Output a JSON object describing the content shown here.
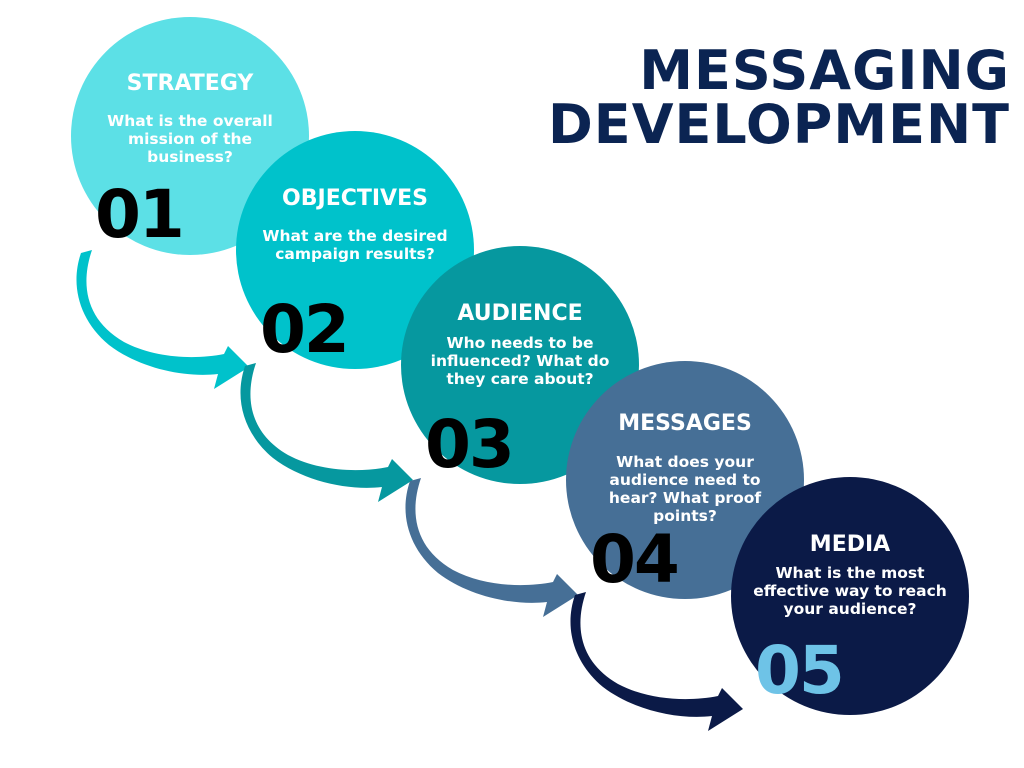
{
  "title": {
    "line1": "MESSAGING",
    "line2": "DEVELOPMENT",
    "color": "#0b2452"
  },
  "steps": [
    {
      "number": "01",
      "name": "STRATEGY",
      "question": "What is the overall mission of the business?",
      "color": "#5ce0e6",
      "number_color": "#000000"
    },
    {
      "number": "02",
      "name": "OBJECTIVES",
      "question": "What are the desired campaign results?",
      "color": "#00c2cb",
      "number_color": "#000000"
    },
    {
      "number": "03",
      "name": "AUDIENCE",
      "question": "Who needs to be influenced? What do they care about?",
      "color": "#06989f",
      "number_color": "#000000"
    },
    {
      "number": "04",
      "name": "MESSAGES",
      "question": "What does your audience need to hear? What proof points?",
      "color": "#466f96",
      "number_color": "#000000"
    },
    {
      "number": "05",
      "name": "MEDIA",
      "question": "What is the most effective way to reach your audience?",
      "color": "#0b1a47",
      "number_color": "#6ec3e7"
    }
  ],
  "arrows": [
    {
      "from": "01",
      "to": "02",
      "color": "#00c2cb"
    },
    {
      "from": "02",
      "to": "03",
      "color": "#06989f"
    },
    {
      "from": "03",
      "to": "04",
      "color": "#466f96"
    },
    {
      "from": "04",
      "to": "05",
      "color": "#0b1a47"
    }
  ]
}
